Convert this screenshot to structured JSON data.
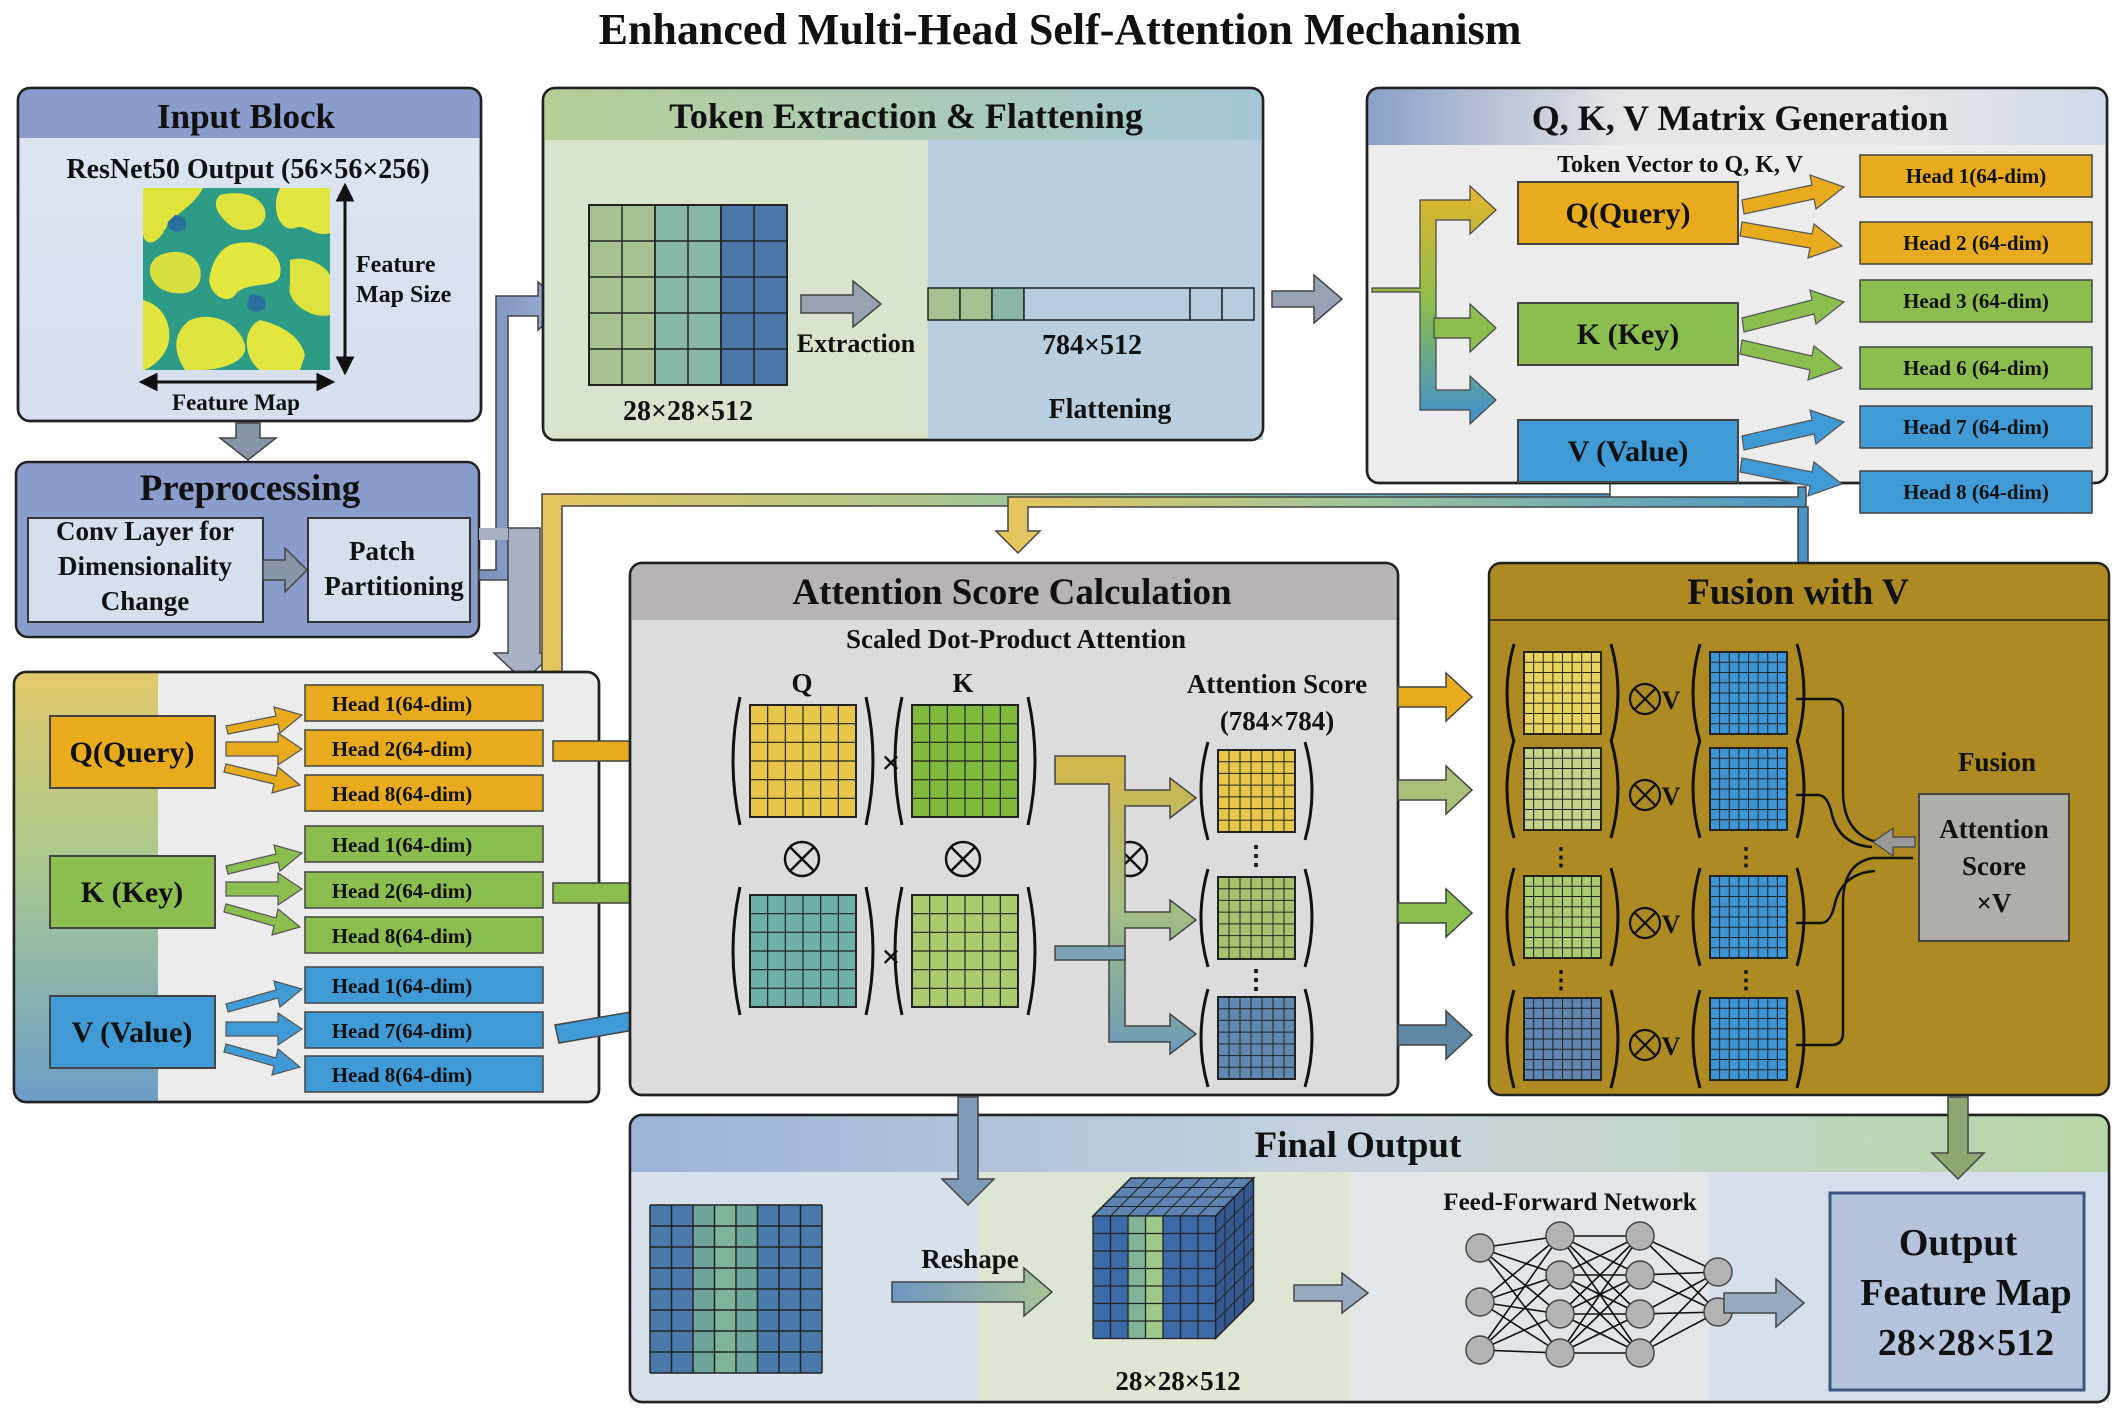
{
  "title": "Enhanced Multi-Head Self-Attention Mechanism",
  "colors": {
    "query": "#e8ab1d",
    "key": "#8bbd4f",
    "value": "#3f9ad6",
    "fusion_panel": "#ad8a22",
    "input_header": "#8a9ccc",
    "score_header": "#b8b4b4"
  },
  "input_block": {
    "title": "Input Block",
    "subtitle": "ResNet50 Output (56×56×256)",
    "size_label": "Feature Map Size",
    "map_label": "Feature Map"
  },
  "preprocessing": {
    "title": "Preprocessing",
    "conv": "Conv Layer for Dimensionality Change",
    "patch": "Patch Partitioning"
  },
  "token": {
    "title": "Token Extraction & Flattening",
    "grid_label": "28×28×512",
    "extraction": "Extraction",
    "vector_label": "784×512",
    "flattening": "Flattening"
  },
  "qkv_gen": {
    "title": "Q, K, V Matrix Generation",
    "subtitle": "Token Vector to Q, K, V",
    "q": "Q(Query)",
    "k": "K (Key)",
    "v": "V (Value)",
    "heads": [
      "Head 1(64-dim)",
      "Head 2 (64-dim)",
      "Head 3 (64-dim)",
      "Head 6 (64-dim)",
      "Head 7 (64-dim)",
      "Head 8 (64-dim)"
    ]
  },
  "heads_panel": {
    "q": "Q(Query)",
    "k": "K (Key)",
    "v": "V (Value)",
    "q_heads": [
      "Head 1(64-dim)",
      "Head 2(64-dim)",
      "Head 8(64-dim)"
    ],
    "k_heads": [
      "Head 1(64-dim)",
      "Head 2(64-dim)",
      "Head 8(64-dim)"
    ],
    "v_heads": [
      "Head 1(64-dim)",
      "Head 7(64-dim)",
      "Head 8(64-dim)"
    ]
  },
  "attention": {
    "title": "Attention Score Calculation",
    "subtitle": "Scaled Dot-Product Attention",
    "q_label": "Q",
    "k_label": "K",
    "times": "×",
    "otimes": "⊗",
    "score_label": "Attention Score",
    "score_dim": "(784×784)",
    "ellipsis": "⋮"
  },
  "fusion": {
    "title": "Fusion with V",
    "ov": "⊗V",
    "fusion_label": "Fusion",
    "box_line1": "Attention",
    "box_line2": "Score",
    "box_line3": "×V"
  },
  "final": {
    "title": "Final Output",
    "reshape": "Reshape",
    "cube_label": "28×28×512",
    "ffn": "Feed-Forward Network",
    "out1": "Output",
    "out2": "Feature Map",
    "out3": "28×28×512"
  }
}
